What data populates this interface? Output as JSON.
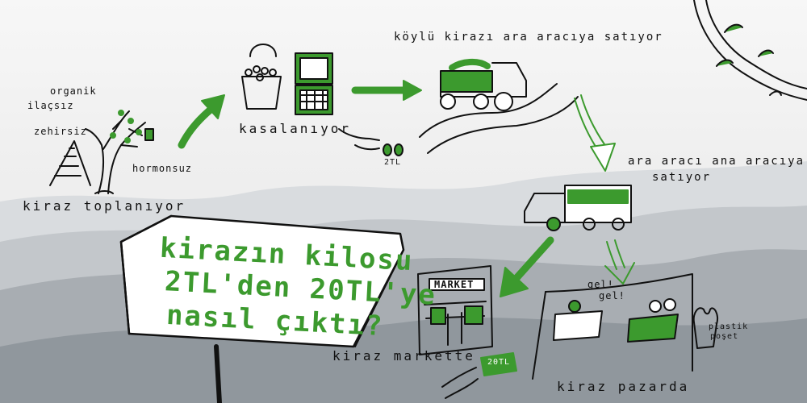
{
  "labels": {
    "organic": "organik",
    "drug_free": "ilaçsız",
    "poison_free": "zehirsiz",
    "hormone_free": "hormonsuz",
    "harvest": "kiraz toplanıyor",
    "crating": "kasalanıyor",
    "farmer_sells": "köylü kirazı ara aracıya satıyor",
    "middleman_sells_line1": "ara aracı ana aracıya",
    "middleman_sells_line2": "satıyor",
    "market_sign": "MARKET",
    "in_market": "kiraz  markette",
    "at_bazaar": "kiraz pazarda",
    "gel_gel_1": "gel!",
    "gel_gel_2": "gel!",
    "plastic_bag_1": "plastik",
    "plastic_bag_2": "poşet",
    "money_small": "2TL",
    "money_big": "20TL"
  },
  "sign": {
    "line1": "kirazın kilosu",
    "line2": "2TL'den 20TL'ye",
    "line3": "nasıl çıktı?"
  },
  "colors": {
    "accent_green": "#3c9a2e",
    "ink": "#111111",
    "mountain_light": "#c8ccd0",
    "mountain_dark": "#8e959c"
  }
}
